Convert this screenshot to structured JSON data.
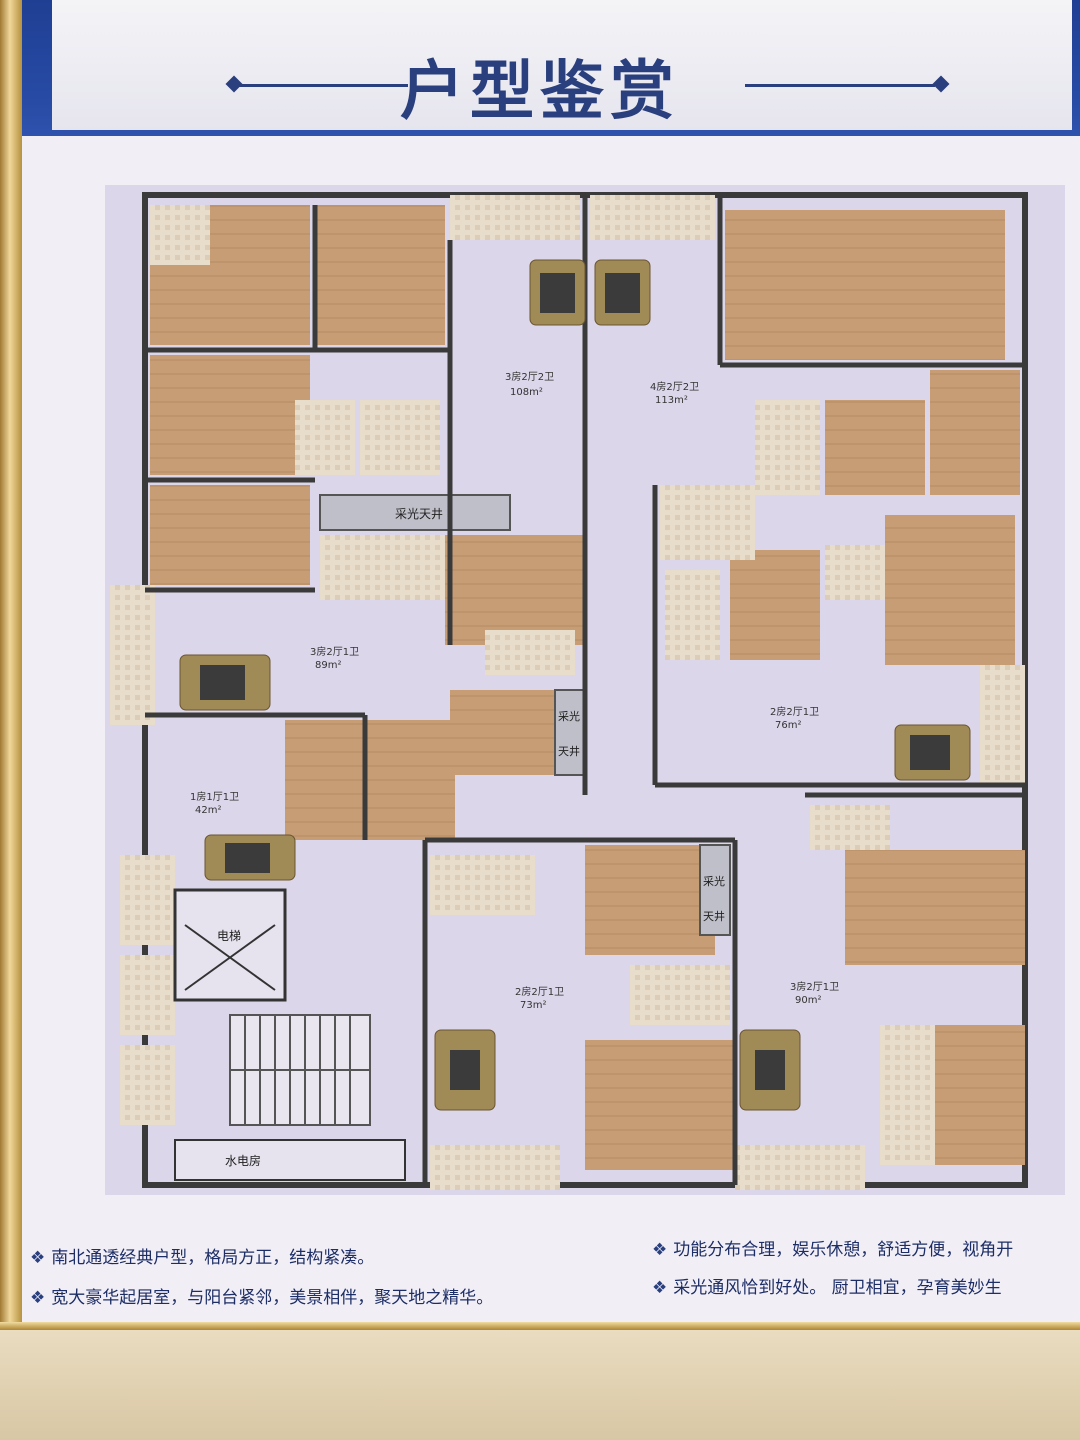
{
  "title": "户型鉴赏",
  "common_labels": {
    "lightwell_h": "采光天井",
    "lightwell_v1": "采光",
    "lightwell_v2": "天井",
    "elevator": "电梯",
    "utility_room": "水电房"
  },
  "units": [
    {
      "id": "u1",
      "label": "3房2厅2卫",
      "area": "108m²"
    },
    {
      "id": "u2",
      "label": "4房2厅2卫",
      "area": "113m²"
    },
    {
      "id": "u3",
      "label": "3房2厅1卫",
      "area": "89m²"
    },
    {
      "id": "u4",
      "label": "2房2厅1卫",
      "area": "76m²"
    },
    {
      "id": "u5",
      "label": "1房1厅1卫",
      "area": "42m²"
    },
    {
      "id": "u6",
      "label": "2房2厅1卫",
      "area": "73m²"
    },
    {
      "id": "u7",
      "label": "3房2厅1卫",
      "area": "90m²"
    }
  ],
  "bullets": [
    "南北通透经典户型，格局方正，结构紧凑。",
    "宽大豪华起居室，与阳台紧邻，美景相伴，聚天地之精华。",
    "功能分布合理，娱乐休憩，舒适方便，视角开",
    "采光通风恰到好处。 厨卫相宜，孕育美妙生"
  ],
  "colors": {
    "header_blue": "#274aa4",
    "title_navy": "#2a3f7d",
    "floor_lavender": "#dcd6ea",
    "room_wood": "#c9a27c",
    "wall": "#3a3a3a"
  }
}
